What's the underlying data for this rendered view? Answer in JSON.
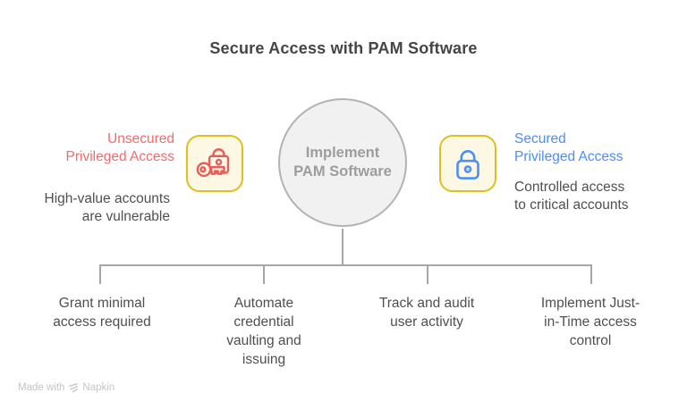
{
  "title": "Secure Access with PAM Software",
  "center": {
    "label": "Implement\nPAM Software"
  },
  "left": {
    "heading": "Unsecured\nPrivileged Access",
    "description": "High-value accounts\nare vulnerable",
    "icon": "key-lock-icon"
  },
  "right": {
    "heading": "Secured\nPrivileged Access",
    "description": "Controlled access\nto critical accounts",
    "icon": "lock-icon"
  },
  "branches": [
    {
      "label": "Grant minimal\naccess required"
    },
    {
      "label": "Automate\ncredential\nvaulting and\nissuing"
    },
    {
      "label": "Track and audit\nuser activity"
    },
    {
      "label": "Implement Just-\nin-Time access\ncontrol"
    }
  ],
  "watermark": {
    "made_with": "Made with",
    "brand": "Napkin"
  },
  "colors": {
    "unsecured_red": "#f56b6b",
    "secured_blue": "#4e8df6",
    "icon_box_border": "#dcc01f",
    "icon_box_fill": "#fcf8e3",
    "circle_fill": "#f1f1f1",
    "circle_border": "#b3b3b3",
    "circle_text": "#9d9d9d",
    "connector": "#a6a6a6",
    "body_text": "#4f4f4f",
    "title_text": "#454545",
    "watermark_text": "#c5c5c5"
  }
}
